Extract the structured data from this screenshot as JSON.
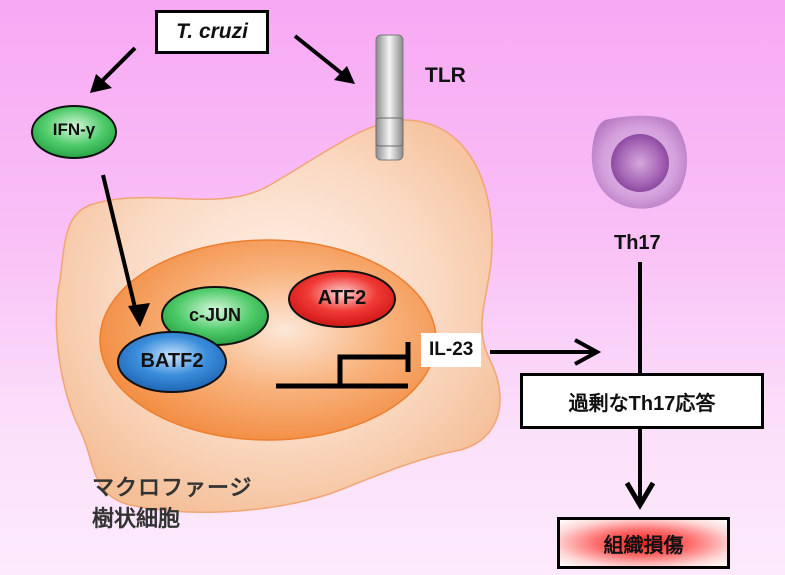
{
  "diagram": {
    "pathogen": "T. cruzi",
    "receptor": "TLR",
    "cytokine_ifn": "IFN-γ",
    "nucleus_factors": [
      {
        "name": "c-JUN",
        "color": "#2db84d"
      },
      {
        "name": "ATF2",
        "color": "#e8231e"
      },
      {
        "name": "BATF2",
        "color": "#2a78c8"
      }
    ],
    "il23": "IL-23",
    "th17": "Th17",
    "response": "過剰なTh17応答",
    "outcome": "組織損傷",
    "cell_label_line1": "マクロファージ",
    "cell_label_line2": "樹状細胞",
    "colors": {
      "background_top": "#f7a9f4",
      "background_bottom": "#fdeafc",
      "cytoplasm": "#f9d2b5",
      "nucleus": "#f59a55",
      "outcome_red": "#ff2020"
    }
  }
}
